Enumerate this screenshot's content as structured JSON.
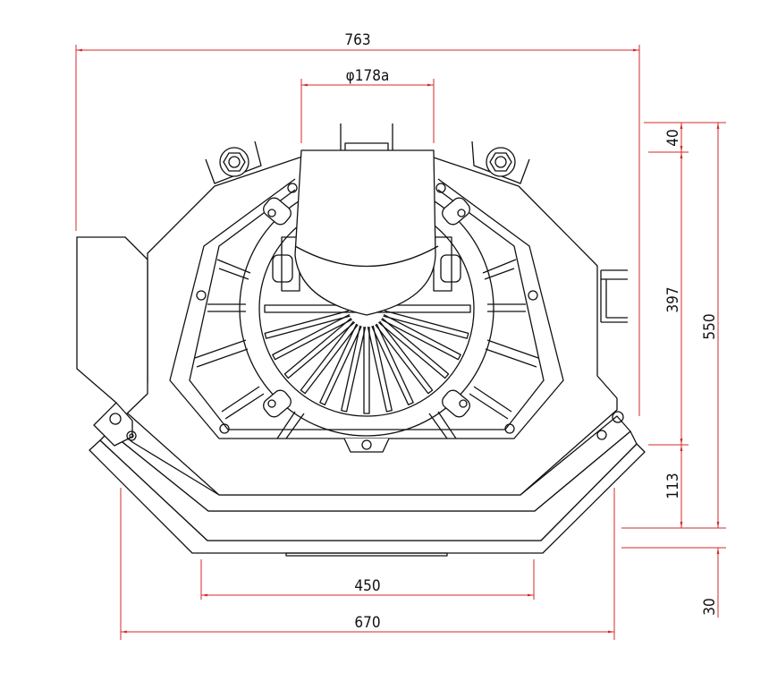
{
  "drawing": {
    "title": "Fan housing front view",
    "dimension_color": "#d42a2a",
    "line_color": "#111111",
    "dimensions": {
      "overall_width": "763",
      "duct_diameter": "φ178a",
      "top_offset": "40",
      "body_height": "397",
      "base_height": "113",
      "overall_height": "550",
      "plate_thickness": "30",
      "inner_base_width": "450",
      "base_width": "670"
    }
  }
}
